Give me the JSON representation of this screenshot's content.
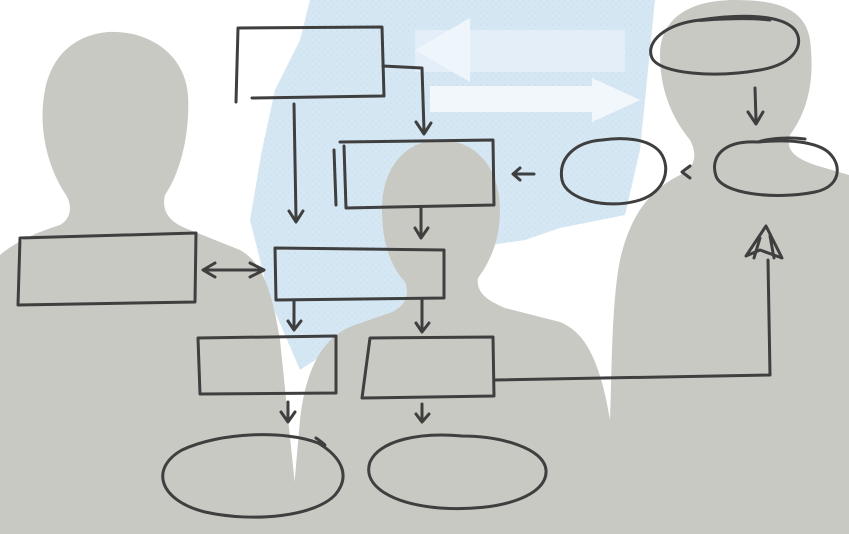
{
  "scene": {
    "background_color": "#ffffff",
    "silhouette_color": "#c9c9c4",
    "projection_color": "#d6e7f4",
    "sketch_color": "#3f3f3f",
    "silhouettes": [
      "person-left",
      "person-center",
      "person-right"
    ],
    "projection": "projected-screen-with-arrows"
  },
  "flowchart": {
    "shapes": [
      {
        "id": "box-top",
        "shape": "rectangle",
        "label": ""
      },
      {
        "id": "box-mid-upper",
        "shape": "rectangle",
        "label": ""
      },
      {
        "id": "box-left",
        "shape": "rectangle",
        "label": ""
      },
      {
        "id": "box-center",
        "shape": "rectangle",
        "label": ""
      },
      {
        "id": "box-low-left",
        "shape": "rectangle",
        "label": ""
      },
      {
        "id": "box-low-right",
        "shape": "rectangle",
        "label": ""
      },
      {
        "id": "oval-bottom-left",
        "shape": "ellipse",
        "label": ""
      },
      {
        "id": "oval-bottom-right",
        "shape": "ellipse",
        "label": ""
      },
      {
        "id": "oval-top-right",
        "shape": "ellipse",
        "label": ""
      },
      {
        "id": "oval-mid-right",
        "shape": "ellipse",
        "label": ""
      },
      {
        "id": "oval-mid",
        "shape": "ellipse",
        "label": ""
      }
    ],
    "connectors": [
      {
        "from": "box-top",
        "to": "box-mid-upper"
      },
      {
        "from": "box-top",
        "to": "box-center"
      },
      {
        "from": "box-mid-upper",
        "to": "box-center"
      },
      {
        "from": "box-left",
        "to": "box-center",
        "bidirectional": true
      },
      {
        "from": "box-center",
        "to": "box-low-left"
      },
      {
        "from": "box-center",
        "to": "box-low-right"
      },
      {
        "from": "box-low-left",
        "to": "oval-bottom-left"
      },
      {
        "from": "box-low-right",
        "to": "oval-bottom-right"
      },
      {
        "from": "box-low-right",
        "to": "oval-mid-right"
      },
      {
        "from": "oval-top-right",
        "to": "oval-mid-right"
      },
      {
        "from": "oval-mid-right",
        "to": "oval-mid"
      },
      {
        "from": "oval-mid",
        "to": "box-mid-upper"
      }
    ]
  }
}
